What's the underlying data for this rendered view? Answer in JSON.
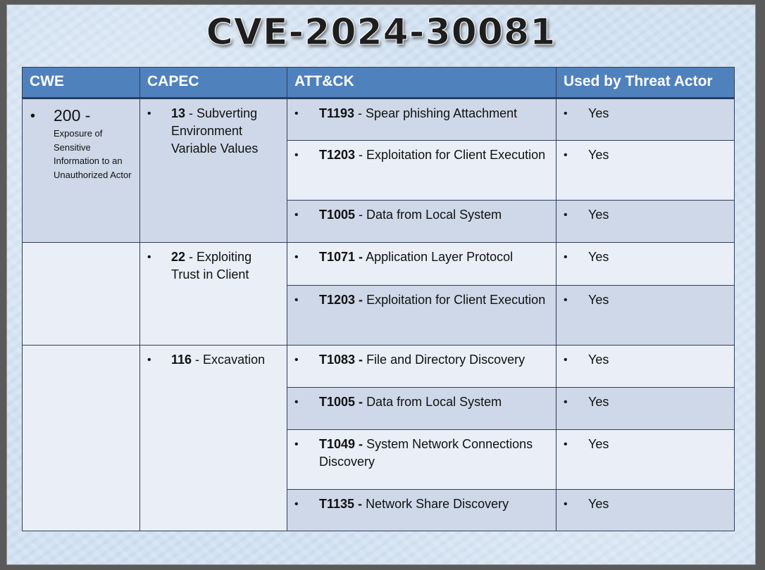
{
  "title": "CVE-2024-30081",
  "headers": {
    "cwe": "CWE",
    "capec": "CAPEC",
    "attack": "ATT&CK",
    "used": "Used by Threat Actor"
  },
  "cwe": {
    "id": "200 -",
    "description": "Exposure of Sensitive Information to an Unauthorized Actor"
  },
  "capec": [
    {
      "id": "13",
      "sep": " - ",
      "name": "Subverting Environment Variable Values"
    },
    {
      "id": "22",
      "sep": " - ",
      "name": "Exploiting Trust in Client"
    },
    {
      "id": "116",
      "sep": " - ",
      "name": "Excavation"
    }
  ],
  "attack": [
    {
      "id": "T1193",
      "sep": " - ",
      "name": "Spear phishing Attachment",
      "used": "Yes"
    },
    {
      "id": "T1203",
      "sep": " - ",
      "name": "Exploitation for Client Execution",
      "used": "Yes"
    },
    {
      "id": "T1005",
      "sep": " - ",
      "name": "Data from Local System",
      "used": "Yes"
    },
    {
      "id": "T1071 -",
      "sep": " ",
      "name": "Application Layer Protocol",
      "used": "Yes"
    },
    {
      "id": "T1203 -",
      "sep": " ",
      "name": "Exploitation for Client Execution",
      "used": "Yes"
    },
    {
      "id": "T1083 -",
      "sep": " ",
      "name": "File and Directory Discovery",
      "used": "Yes"
    },
    {
      "id": "T1005 -",
      "sep": " ",
      "name": "Data from Local System",
      "used": "Yes"
    },
    {
      "id": "T1049 -",
      "sep": " ",
      "name": "System Network Connections Discovery",
      "used": "Yes"
    },
    {
      "id": "T1135 -",
      "sep": " ",
      "name": "Network Share Discovery",
      "used": "Yes"
    }
  ],
  "bullet": "•",
  "colors": {
    "header": "#4f81bd",
    "row_dark": "#cfd8e8",
    "row_light": "#e9eef7"
  }
}
